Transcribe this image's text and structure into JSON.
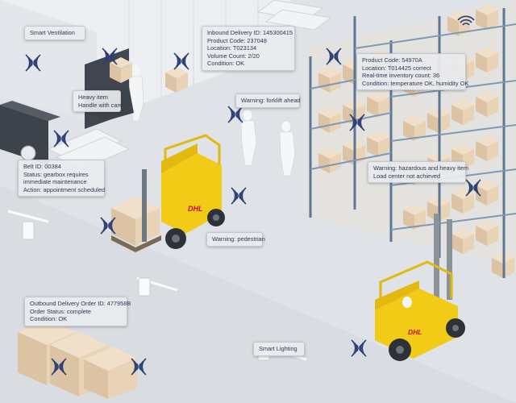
{
  "callouts": {
    "smart_ventilation": "Smart Ventilation",
    "inbound": {
      "line1": "Inbound Delivery ID: 145300415",
      "line2": "Product Code: 237048",
      "line3": "Location: T023134",
      "line4": "Volume Count: 2/20",
      "line5": "Condition: OK"
    },
    "product": {
      "line1": "Product Code: 54970A",
      "line2": "Location: T014425 correct",
      "line3": "Real-time inventory count: 36",
      "line4": "Condition: temperature OK, humidity OK"
    },
    "heavy_item": {
      "line1": "Heavy item",
      "line2": "Handle with care"
    },
    "forklift_ahead": "Warning: forklift ahead",
    "belt": {
      "line1": "Belt ID: 00384",
      "line2": "Status: gearbox requires",
      "line3": "immediate maintenance",
      "line4": "Action: appointment scheduled"
    },
    "hazardous": {
      "line1": "Warning: hazardous and heavy item",
      "line2": "Load center not achieved"
    },
    "pedestrian": "Warning: pedestrian",
    "outbound": {
      "line1": "Outbound Delivery Order ID: 477958B",
      "line2": "Order Status: complete",
      "line3": "Condition: OK"
    },
    "smart_lighting": "Smart Lighting"
  },
  "branding": {
    "forklift_logo": "DHL"
  },
  "colors": {
    "floor": "#dfe2e7",
    "wall": "#eceef1",
    "rack": "#5b7696",
    "box": "#e6d2b8",
    "forklift": "#f2cb16",
    "signal": "#2c3f73",
    "callout_text": "#2b3a52"
  },
  "icons": {
    "signal": "wireless-signal-icon"
  }
}
